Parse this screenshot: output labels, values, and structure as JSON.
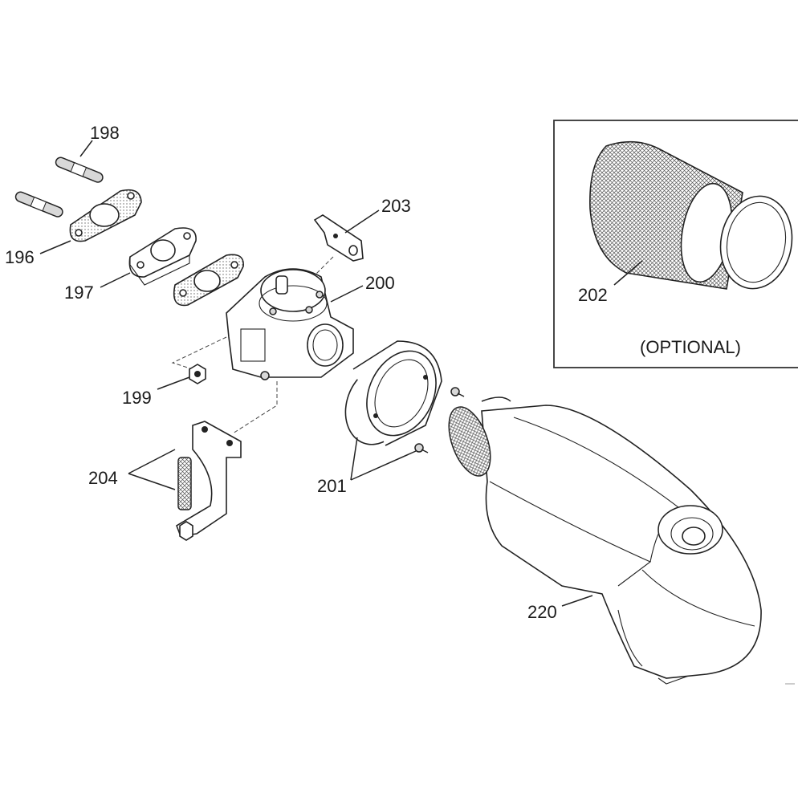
{
  "diagram": {
    "type": "exploded parts diagram",
    "callouts": {
      "p196": "196",
      "p197": "197",
      "p198": "198",
      "p199": "199",
      "p200": "200",
      "p201": "201",
      "p202": "202",
      "p203": "203",
      "p204": "204",
      "p220": "220"
    },
    "inset": {
      "note": "(OPTIONAL)"
    }
  }
}
